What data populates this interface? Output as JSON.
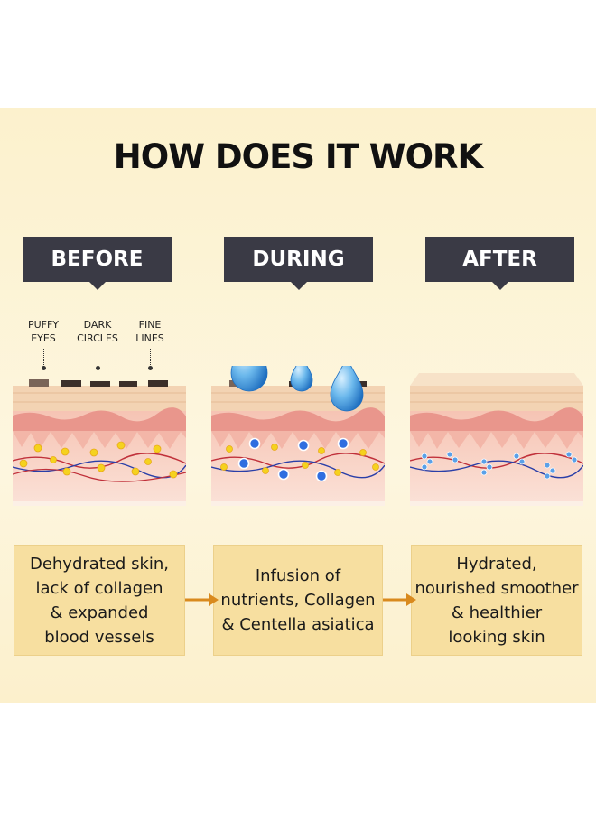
{
  "title": "HOW DOES IT WORK",
  "stages": [
    {
      "label": "BEFORE",
      "description": [
        "Dehydrated skin,",
        "lack of collagen",
        "& expanded",
        "blood vessels"
      ]
    },
    {
      "label": "DURING",
      "description": [
        "Infusion of",
        "nutrients, Collagen",
        "& Centella asiatica"
      ]
    },
    {
      "label": "AFTER",
      "description": [
        "Hydrated,",
        "nourished smoother",
        "& healthier",
        "looking skin"
      ]
    }
  ],
  "skin_labels": [
    [
      "PUFFY",
      "EYES"
    ],
    [
      "DARK",
      "CIRCLES"
    ],
    [
      "FINE",
      "LINES"
    ]
  ],
  "colors": {
    "background": "#fdf4d6",
    "tab": "#3a3a45",
    "box": "#f7dfa0",
    "arrow": "#d98a1e",
    "water": "#3b8fdc",
    "collagen": "#f5d21e",
    "nutrient": "#2f6ee0"
  },
  "icons": [
    "water-drop-icon",
    "arrow-right-icon"
  ]
}
